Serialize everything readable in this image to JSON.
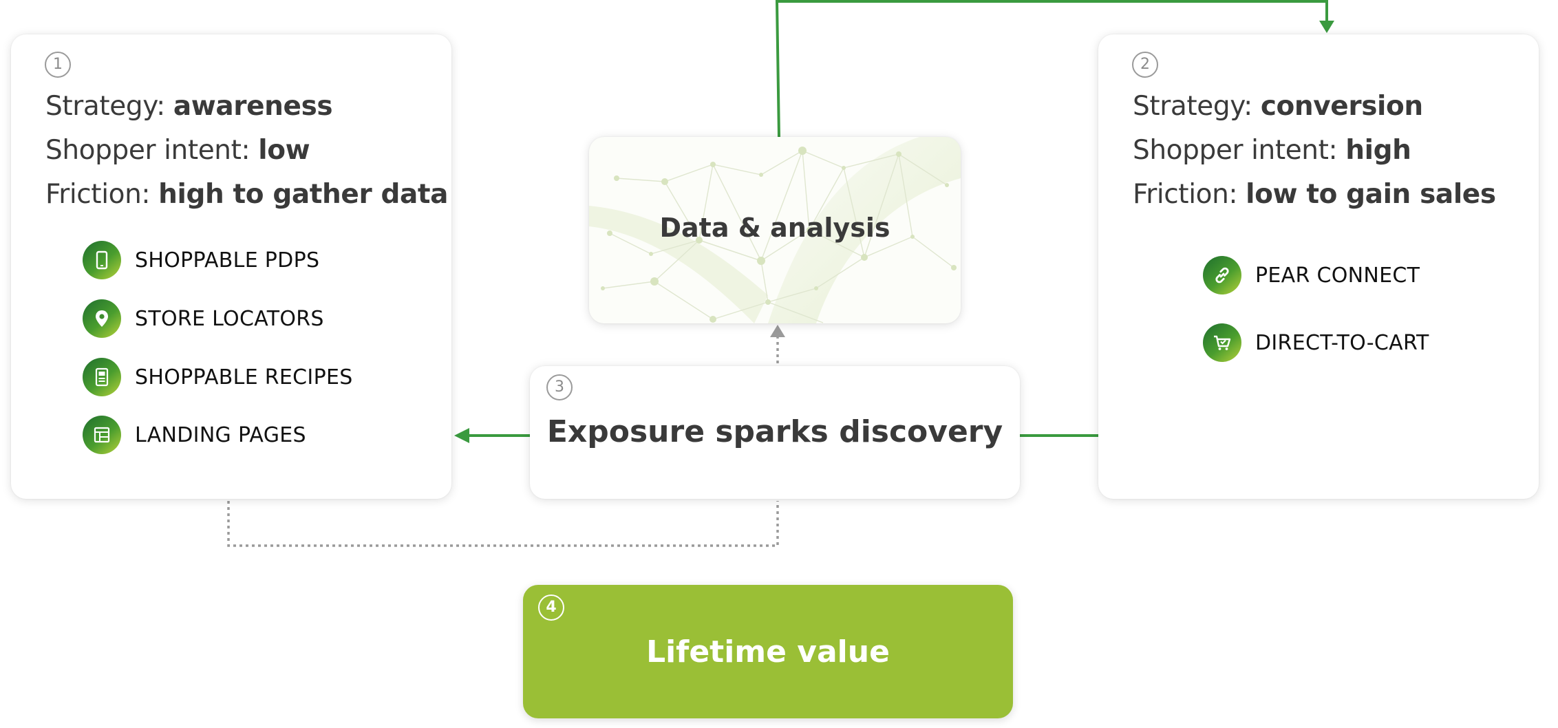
{
  "card1": {
    "number": "1",
    "strategy_label": "Strategy: ",
    "strategy_value": "awareness",
    "intent_label": "Shopper intent: ",
    "intent_value": "low",
    "friction_label": "Friction: ",
    "friction_value": "high to gather data",
    "items": [
      {
        "label": "SHOPPABLE PDPS",
        "icon": "tablet-icon"
      },
      {
        "label": "STORE LOCATORS",
        "icon": "map-pin-icon"
      },
      {
        "label": "SHOPPABLE RECIPES",
        "icon": "recipe-document-icon"
      },
      {
        "label": "LANDING PAGES",
        "icon": "grid-layout-icon"
      }
    ]
  },
  "card2": {
    "number": "2",
    "strategy_label": "Strategy: ",
    "strategy_value": "conversion",
    "intent_label": "Shopper intent: ",
    "intent_value": "high",
    "friction_label": "Friction: ",
    "friction_value": "low to gain sales",
    "items": [
      {
        "label": "PEAR CONNECT",
        "icon": "link-icon"
      },
      {
        "label": "DIRECT-TO-CART",
        "icon": "cart-icon"
      }
    ]
  },
  "card3": {
    "number": "3",
    "title": "Exposure sparks discovery"
  },
  "card4": {
    "number": "4",
    "title": "Lifetime value"
  },
  "data_box": {
    "title": "Data & analysis"
  },
  "colors": {
    "arrow_green": "#3a9a3f",
    "lifetime_green": "#9abf36",
    "dotted_gray": "#9a9a9a",
    "text_dark": "#3a3a3a"
  }
}
